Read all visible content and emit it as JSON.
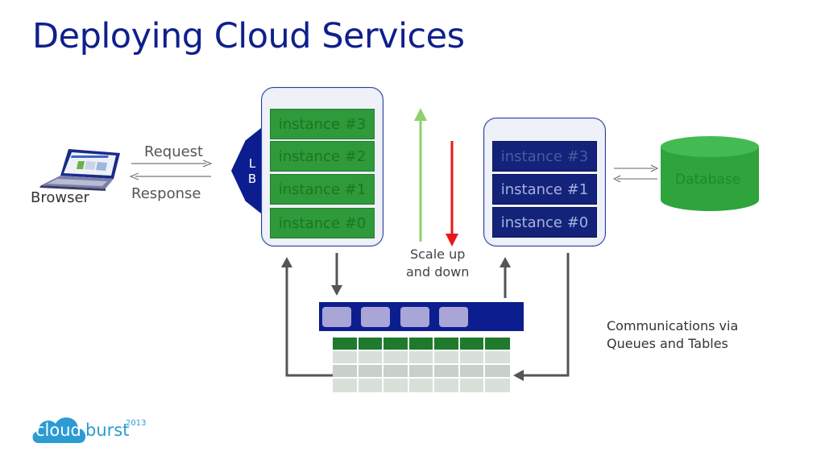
{
  "title": "Deploying Cloud Services",
  "browser": {
    "label": "Browser",
    "request_label": "Request",
    "response_label": "Response"
  },
  "load_balancer": {
    "line1": "L",
    "line2": "B"
  },
  "web_role": {
    "instances": [
      "instance #3",
      "instance #2",
      "instance #1",
      "instance #0"
    ]
  },
  "worker_role": {
    "instances": [
      "instance #3",
      "instance #1",
      "instance #0"
    ]
  },
  "scale": {
    "label_line1": "Scale up",
    "label_line2": "and down"
  },
  "database": {
    "label": "Database"
  },
  "communications": {
    "line1": "Communications via",
    "line2": "Queues and Tables"
  },
  "logo": {
    "cloud_text": "cloud",
    "burst_text": "burst",
    "year": "2013"
  },
  "colors": {
    "title": "#0f1f8c",
    "web_instance": "#2e9a3a",
    "worker_instance": "#13237a",
    "worker_instance_text_dim": "#4a5a9e",
    "worker_instance_text_bright": "#a7b1de",
    "scale_up_arrow": "#8fd16a",
    "scale_down_arrow": "#e81818",
    "database": "#2fa33c",
    "queue": "#0c1e8f",
    "table_header": "#1f7a2e",
    "logo": "#2b9bd3"
  }
}
